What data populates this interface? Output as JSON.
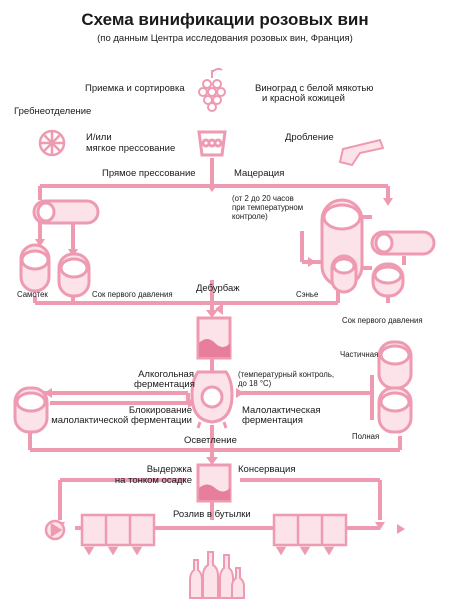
{
  "title": "Схема винификации розовых вин",
  "subtitle": "(по данным Центра исследования розовых вин, Франция)",
  "labels": {
    "reception": "Приемка и сортировка",
    "grapes_1": "Виноград с белой мякотью",
    "grapes_2": "и красной кожицей",
    "destemming": "Гребнеотделение",
    "and_or": "И/или",
    "soft_press": "мягкое прессование",
    "crushing": "Дробление",
    "direct_press": "Прямое прессование",
    "maceration": "Мацерация",
    "mac_note_1": "(от 2 до 20 часов",
    "mac_note_2": "при температурном",
    "mac_note_3": "контроле)",
    "free_run": "Самотек",
    "first_press_left": "Сок первого давления",
    "debourbage": "Дебурбаж",
    "saignee": "Сэнье",
    "first_press_right": "Сок первого давления",
    "alcoholic_1": "Алкогольная",
    "alcoholic_2": "ферментация",
    "temp_note_1": "(температурный контроль,",
    "temp_note_2": "до 18 °С)",
    "partial": "Частичная",
    "blocking_1": "Блокирование",
    "blocking_2": "малолактической ферментации",
    "malolactic_1": "Малолактическая",
    "malolactic_2": "ферментация",
    "full": "Полная",
    "clarification": "Осветление",
    "aging_1": "Выдержка",
    "aging_2": "на тонком осадке",
    "conservation": "Консервация",
    "bottling": "Розлив в бутылки"
  },
  "colors": {
    "pink": "#EE9AB1",
    "light_pink": "#FCE3EA",
    "wine": "#E77E9C",
    "text": "#1a1a1a"
  }
}
